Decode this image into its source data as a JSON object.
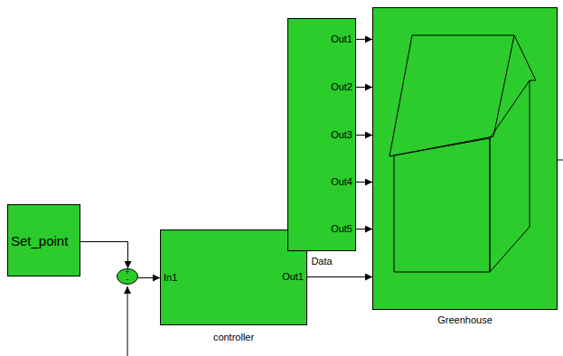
{
  "diagram": {
    "nodes": [
      {
        "text": [
          "Set_point"
        ]
      },
      {
        "text": [
          "+",
          "-"
        ]
      },
      {
        "text": [
          "In1",
          "Out1",
          "controller"
        ]
      },
      {
        "text": [
          "Out1",
          "Out2",
          "Out3",
          "Out4",
          "Out5",
          "Data"
        ]
      },
      {
        "text": [
          "Greenhouse"
        ]
      }
    ],
    "edges": [
      {
        "from": 0,
        "to": 1,
        "arrow": "to"
      },
      {
        "from": 1,
        "to": 2,
        "arrow": "to"
      },
      {
        "from": 2,
        "to": 4,
        "arrow": "to"
      },
      {
        "from": 3,
        "to": 4,
        "arrow": "to"
      },
      {
        "from": 3,
        "to": 4,
        "arrow": "to"
      },
      {
        "from": 3,
        "to": 4,
        "arrow": "to"
      },
      {
        "from": 3,
        "to": 4,
        "arrow": "to"
      },
      {
        "from": 3,
        "to": 4,
        "arrow": "to"
      }
    ]
  }
}
